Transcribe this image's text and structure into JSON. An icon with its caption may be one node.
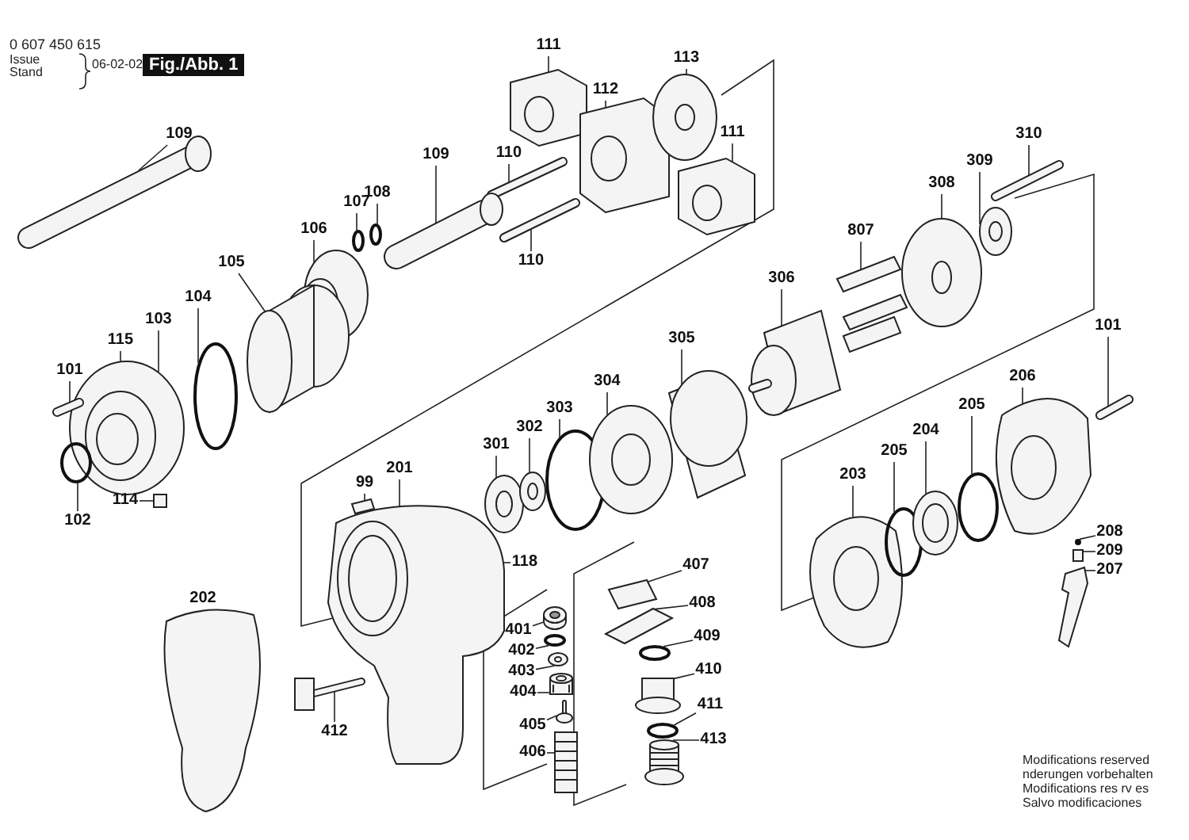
{
  "diagram": {
    "nodes": [
      {
        "text": [
          "109"
        ]
      },
      {
        "text": [
          "111"
        ]
      },
      {
        "text": [
          "112"
        ]
      },
      {
        "text": [
          "113"
        ]
      },
      {
        "text": [
          "110"
        ]
      },
      {
        "text": [
          "111"
        ]
      },
      {
        "text": [
          "109"
        ]
      },
      {
        "text": [
          "108"
        ]
      },
      {
        "text": [
          "107"
        ]
      },
      {
        "text": [
          "110"
        ]
      },
      {
        "text": [
          "106"
        ]
      },
      {
        "text": [
          "310"
        ]
      },
      {
        "text": [
          "309"
        ]
      },
      {
        "text": [
          "308"
        ]
      },
      {
        "text": [
          "807"
        ]
      },
      {
        "text": [
          "105"
        ]
      },
      {
        "text": [
          "306"
        ]
      },
      {
        "text": [
          "104"
        ]
      },
      {
        "text": [
          "103"
        ]
      },
      {
        "text": [
          "101"
        ]
      },
      {
        "text": [
          "305"
        ]
      },
      {
        "text": [
          "115"
        ]
      },
      {
        "text": [
          "206"
        ]
      },
      {
        "text": [
          "101"
        ]
      },
      {
        "text": [
          "304"
        ]
      },
      {
        "text": [
          "205"
        ]
      },
      {
        "text": [
          "303"
        ]
      },
      {
        "text": [
          "302"
        ]
      },
      {
        "text": [
          "204"
        ]
      },
      {
        "text": [
          "301"
        ]
      },
      {
        "text": [
          "205"
        ]
      },
      {
        "text": [
          "201"
        ]
      },
      {
        "text": [
          "203"
        ]
      },
      {
        "text": [
          "99"
        ]
      },
      {
        "text": [
          "114"
        ]
      },
      {
        "text": [
          "102"
        ]
      },
      {
        "text": [
          "208"
        ]
      },
      {
        "text": [
          "209"
        ]
      },
      {
        "text": [
          "207"
        ]
      },
      {
        "text": [
          "118"
        ]
      },
      {
        "text": [
          "407"
        ]
      },
      {
        "text": [
          "408"
        ]
      },
      {
        "text": [
          "401"
        ]
      },
      {
        "text": [
          "402"
        ]
      },
      {
        "text": [
          "409"
        ]
      },
      {
        "text": [
          "403"
        ]
      },
      {
        "text": [
          "410"
        ]
      },
      {
        "text": [
          "404"
        ]
      },
      {
        "text": [
          "411"
        ]
      },
      {
        "text": [
          "405"
        ]
      },
      {
        "text": [
          "412"
        ]
      },
      {
        "text": [
          "413"
        ]
      },
      {
        "text": [
          "406"
        ]
      },
      {
        "text": [],
        "shape": "picture"
      },
      {
        "text": [],
        "shape": "picture"
      },
      {
        "text": [],
        "shape": "picture"
      },
      {
        "text": [],
        "shape": "picture"
      },
      {
        "text": [],
        "shape": "picture"
      },
      {
        "text": [],
        "shape": "picture"
      },
      {
        "text": [],
        "shape": "picture"
      },
      {
        "text": [],
        "shape": "picture"
      },
      {
        "text": [],
        "shape": "circle"
      },
      {
        "text": [],
        "shape": "circle"
      },
      {
        "text": [],
        "shape": "picture"
      },
      {
        "text": [],
        "shape": "picture"
      },
      {
        "text": [],
        "shape": "circle"
      },
      {
        "text": [],
        "shape": "picture"
      },
      {
        "text": [],
        "shape": "picture"
      },
      {
        "text": [],
        "shape": "circle"
      },
      {
        "text": [],
        "shape": "box"
      },
      {
        "text": [],
        "shape": "picture"
      },
      {
        "text": [],
        "shape": "picture"
      },
      {
        "text": [],
        "shape": "circle"
      },
      {
        "text": [],
        "shape": "picture"
      },
      {
        "text": [],
        "shape": "picture"
      },
      {
        "text": [],
        "shape": "picture"
      },
      {
        "text": [],
        "shape": "picture"
      },
      {
        "text": [],
        "shape": "picture"
      },
      {
        "text": [],
        "shape": "picture"
      },
      {
        "text": [],
        "shape": "picture"
      },
      {
        "text": [],
        "shape": "picture"
      },
      {
        "text": [],
        "shape": "circle"
      },
      {
        "text": [],
        "shape": "picture"
      },
      {
        "text": [],
        "shape": "circle"
      },
      {
        "text": [],
        "shape": "picture"
      },
      {
        "text": [],
        "shape": "picture"
      },
      {
        "text": [],
        "shape": "circle"
      },
      {
        "text": [],
        "shape": "box"
      },
      {
        "text": [],
        "shape": "picture"
      },
      {
        "text": [],
        "shape": "picture"
      },
      {
        "text": [],
        "shape": "picture"
      },
      {
        "text": [],
        "shape": "picture"
      },
      {
        "text": [],
        "shape": "picture"
      },
      {
        "text": [],
        "shape": "circle"
      },
      {
        "text": [],
        "shape": "picture"
      },
      {
        "text": [],
        "shape": "picture"
      },
      {
        "text": [],
        "shape": "picture"
      },
      {
        "text": [],
        "shape": "picture"
      },
      {
        "text": [],
        "shape": "picture"
      },
      {
        "text": [],
        "shape": "picture"
      },
      {
        "text": [],
        "shape": "circle"
      },
      {
        "text": [],
        "shape": "picture"
      },
      {
        "text": [],
        "shape": "circle"
      },
      {
        "text": [],
        "shape": "picture"
      }
    ],
    "edges": [
      {
        "from": 0,
        "to": 53,
        "arrow": "none"
      },
      {
        "from": 1,
        "to": 54,
        "arrow": "none"
      },
      {
        "from": 2,
        "to": 55,
        "arrow": "none"
      },
      {
        "from": 3,
        "to": 56,
        "arrow": "none"
      },
      {
        "from": 4,
        "to": 58,
        "arrow": "none"
      },
      {
        "from": 5,
        "to": 57,
        "arrow": "none"
      },
      {
        "from": 6,
        "to": 60,
        "arrow": "none"
      },
      {
        "from": 7,
        "to": 62,
        "arrow": "none"
      },
      {
        "from": 8,
        "to": 61,
        "arrow": "none"
      },
      {
        "from": 9,
        "to": 59,
        "arrow": "none"
      },
      {
        "from": 10,
        "to": 63,
        "arrow": "none"
      },
      {
        "from": 11,
        "to": 79,
        "arrow": "none"
      },
      {
        "from": 12,
        "to": 78,
        "arrow": "none"
      },
      {
        "from": 13,
        "to": 77,
        "arrow": "none"
      },
      {
        "from": 14,
        "to": 76,
        "arrow": "none"
      },
      {
        "from": 15,
        "to": 64,
        "arrow": "none"
      },
      {
        "from": 16,
        "to": 75,
        "arrow": "none"
      },
      {
        "from": 17,
        "to": 65,
        "arrow": "none"
      },
      {
        "from": 18,
        "to": 66,
        "arrow": "none"
      },
      {
        "from": 19,
        "to": 67,
        "arrow": "none"
      },
      {
        "from": 20,
        "to": 74,
        "arrow": "none"
      },
      {
        "from": 21,
        "to": 66,
        "arrow": "none"
      },
      {
        "from": 22,
        "to": 84,
        "arrow": "none"
      },
      {
        "from": 23,
        "to": 85,
        "arrow": "none"
      },
      {
        "from": 24,
        "to": 73,
        "arrow": "none"
      },
      {
        "from": 25,
        "to": 83,
        "arrow": "none"
      },
      {
        "from": 26,
        "to": 72,
        "arrow": "none"
      },
      {
        "from": 27,
        "to": 71,
        "arrow": "none"
      },
      {
        "from": 28,
        "to": 82,
        "arrow": "none"
      },
      {
        "from": 29,
        "to": 70,
        "arrow": "none"
      },
      {
        "from": 30,
        "to": 81,
        "arrow": "none"
      },
      {
        "from": 31,
        "to": 89,
        "arrow": "none"
      },
      {
        "from": 32,
        "to": 80,
        "arrow": "none"
      },
      {
        "from": 33,
        "to": 90,
        "arrow": "none"
      },
      {
        "from": 34,
        "to": 69,
        "arrow": "none"
      },
      {
        "from": 35,
        "to": 68,
        "arrow": "none"
      },
      {
        "from": 36,
        "to": 86,
        "arrow": "none"
      },
      {
        "from": 37,
        "to": 87,
        "arrow": "none"
      },
      {
        "from": 38,
        "to": 88,
        "arrow": "none"
      },
      {
        "from": 39,
        "to": 89,
        "arrow": "none"
      },
      {
        "from": 40,
        "to": 98,
        "arrow": "none"
      },
      {
        "from": 41,
        "to": 99,
        "arrow": "none"
      },
      {
        "from": 42,
        "to": 92,
        "arrow": "none"
      },
      {
        "from": 43,
        "to": 93,
        "arrow": "none"
      },
      {
        "from": 44,
        "to": 100,
        "arrow": "none"
      },
      {
        "from": 45,
        "to": 94,
        "arrow": "none"
      },
      {
        "from": 46,
        "to": 101,
        "arrow": "none"
      },
      {
        "from": 47,
        "to": 95,
        "arrow": "none"
      },
      {
        "from": 48,
        "to": 102,
        "arrow": "none"
      },
      {
        "from": 49,
        "to": 96,
        "arrow": "none"
      },
      {
        "from": 50,
        "to": 91,
        "arrow": "none"
      },
      {
        "from": 51,
        "to": 103,
        "arrow": "none"
      },
      {
        "from": 52,
        "to": 97,
        "arrow": "none"
      }
    ],
    "labels": [
      "0 607 450 615",
      "Issue",
      "Stand",
      "06-02-02",
      "Fig./Abb. 1",
      "202",
      "Modifications reserved",
      "nderungen vorbehalten",
      "Modifications res rv es",
      "Salvo modificaciones"
    ]
  }
}
